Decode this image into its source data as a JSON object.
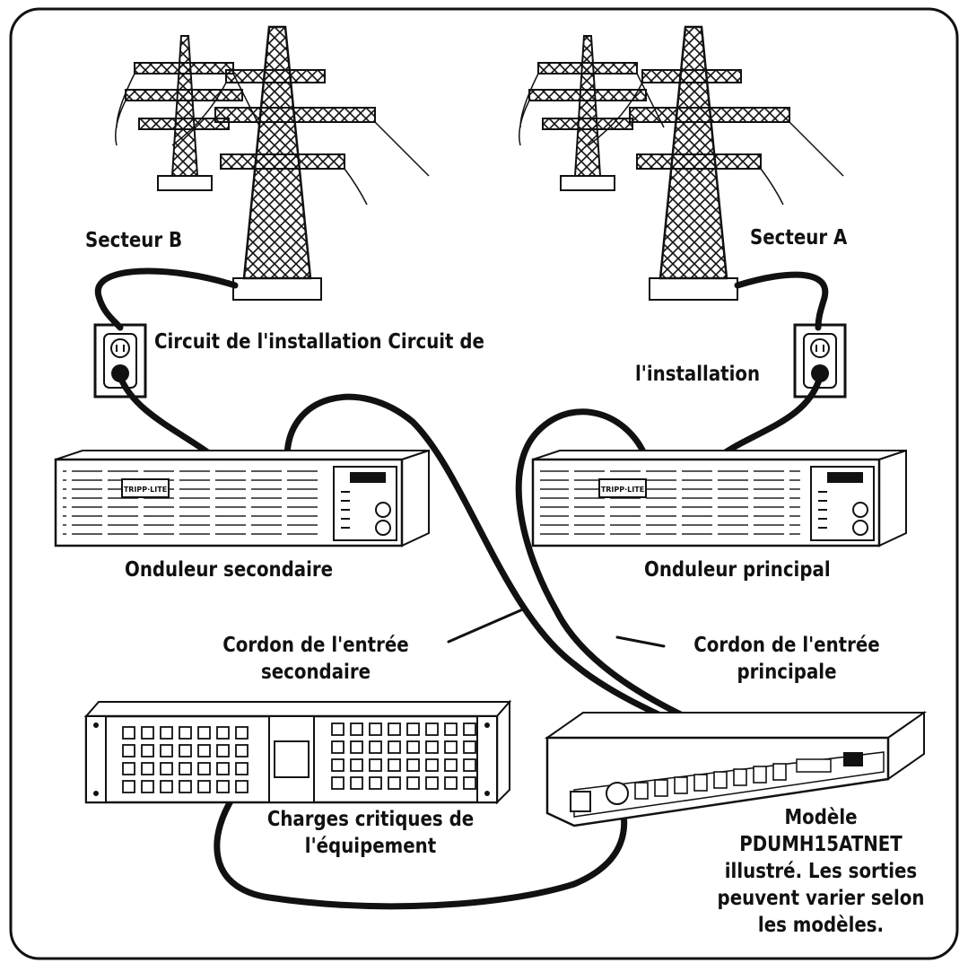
{
  "labels": {
    "mains_b": "Secteur B",
    "mains_a": "Secteur A",
    "facility_circuit_left": "Circuit de l'installation Circuit de",
    "facility_circuit_right": "l'installation",
    "ups_secondary": "Onduleur secondaire",
    "ups_primary": "Onduleur principal",
    "cord_secondary": [
      "Cordon de l'entrée",
      "secondaire"
    ],
    "cord_primary": [
      "Cordon de l'entrée",
      "principale"
    ],
    "critical_loads": [
      "Charges critiques de",
      "l'équipement"
    ],
    "model_note": [
      "Modèle",
      "PDUMH15ATNET",
      "illustré. Les sorties",
      "peuvent varier selon",
      "les modèles."
    ]
  },
  "ups_brand_text": "TRIPP·LITE",
  "colors": {
    "ink": "#111111",
    "background": "#ffffff"
  }
}
